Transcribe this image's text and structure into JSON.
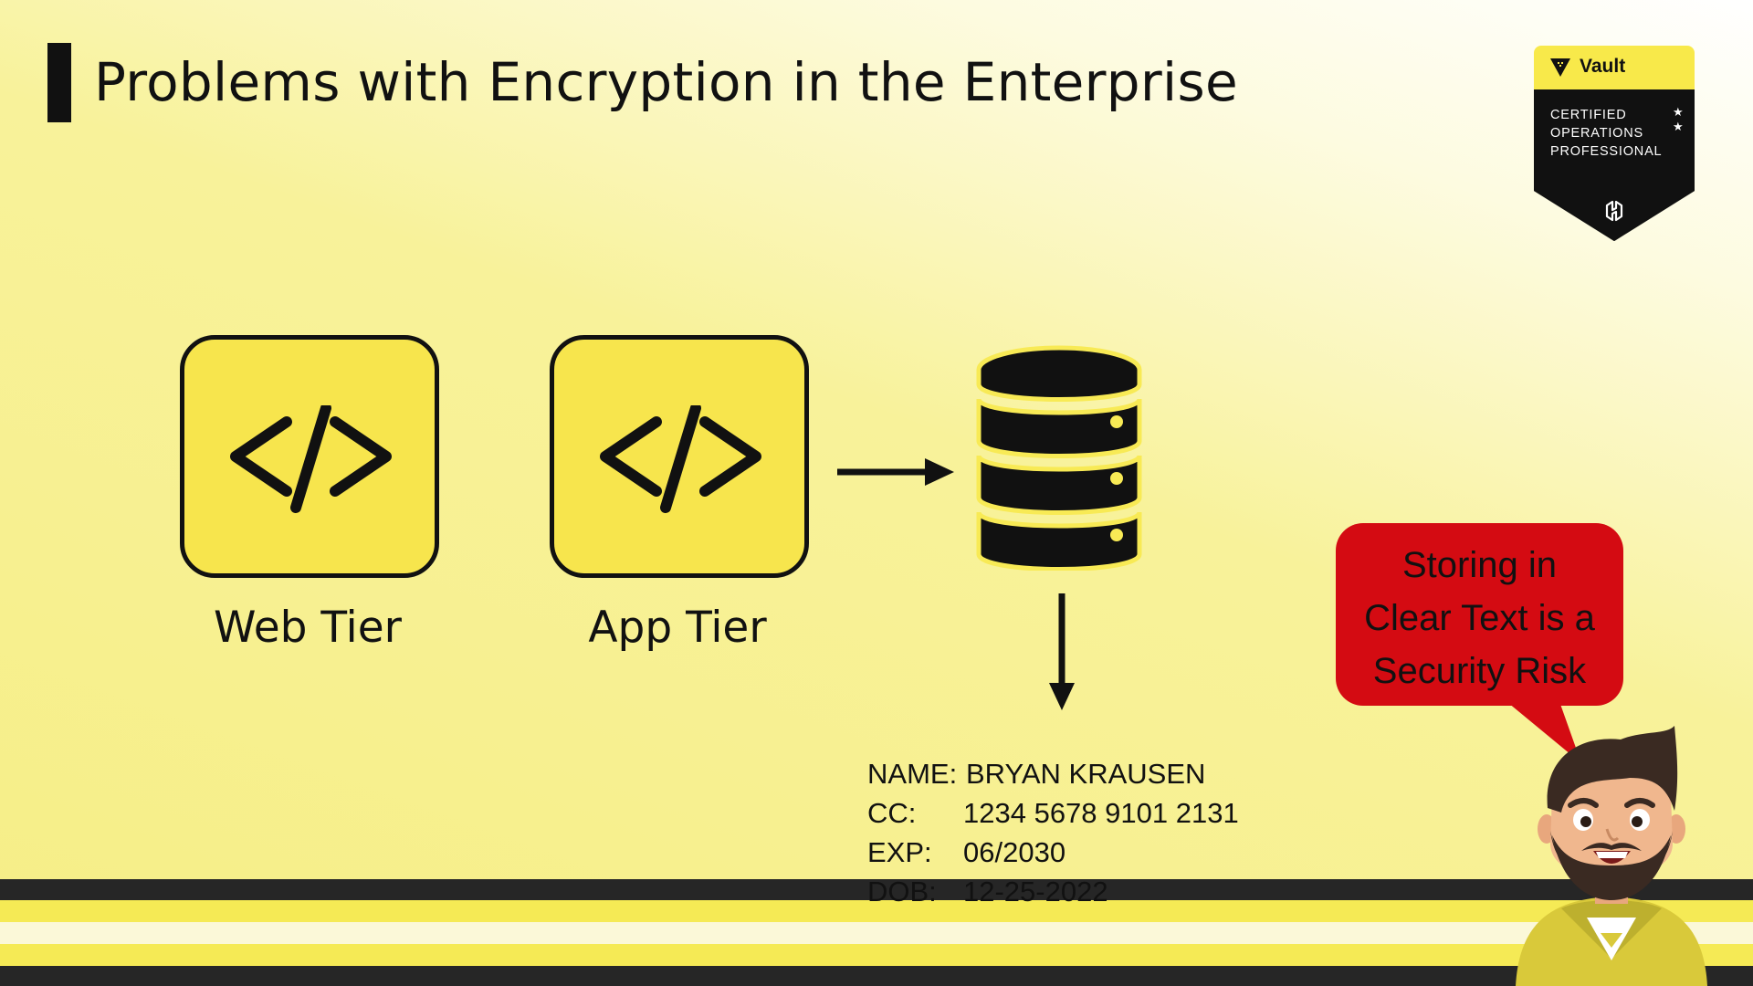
{
  "slide": {
    "title": "Problems with Encryption in the Enterprise"
  },
  "badge": {
    "product": "Vault",
    "lines": [
      "CERTIFIED",
      "OPERATIONS",
      "PROFESSIONAL"
    ],
    "icon": "hashicorp-logo-icon"
  },
  "diagram": {
    "tiers": [
      {
        "label": "Web Tier",
        "icon": "code-icon"
      },
      {
        "label": "App Tier",
        "icon": "code-icon"
      }
    ],
    "database_icon": "database-icon"
  },
  "record": {
    "name_key": "NAME:",
    "name_value": "BRYAN KRAUSEN",
    "cc_key": "CC:",
    "cc_value": "1234 5678 9101 2131",
    "exp_key": "EXP:",
    "exp_value": "06/2030",
    "dob_key": "DOB:",
    "dob_value": "12-25-2022"
  },
  "callout": {
    "lines": [
      "Storing in",
      "Clear Text is a",
      "Security Risk"
    ],
    "color": "#d40b12"
  },
  "colors": {
    "accent_yellow": "#f7e54d",
    "dark": "#111111"
  }
}
